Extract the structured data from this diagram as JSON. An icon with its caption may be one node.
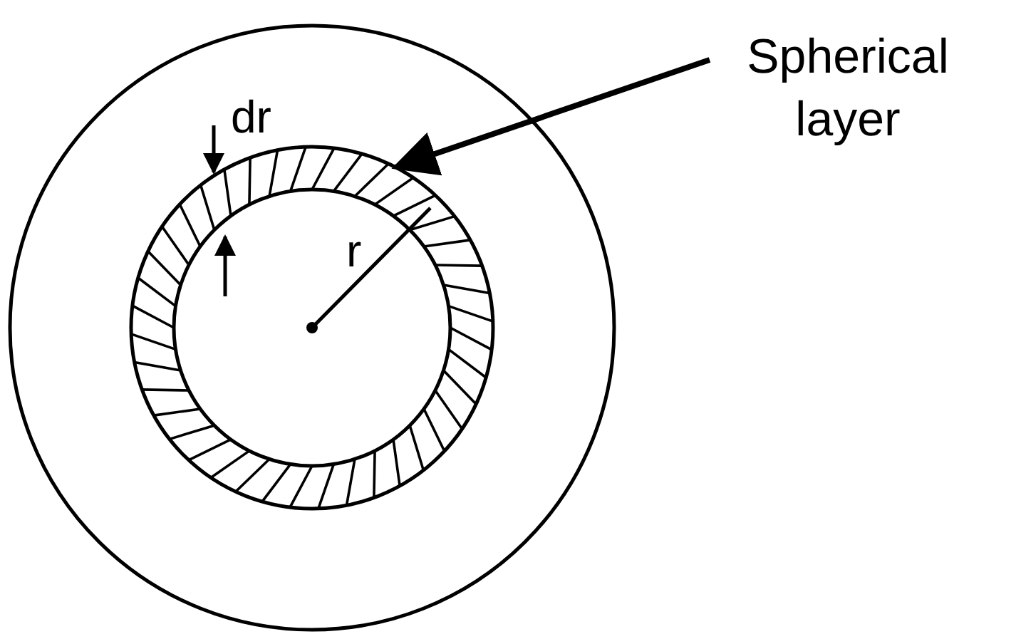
{
  "diagram": {
    "nodes": [
      {
        "text": [
          "Spherical layer"
        ]
      },
      {
        "text": [],
        "shape": "circle"
      }
    ],
    "edges": [
      {
        "from": 0,
        "to": 1,
        "arrow": "to"
      }
    ],
    "labels": [
      "dr",
      "r"
    ]
  }
}
